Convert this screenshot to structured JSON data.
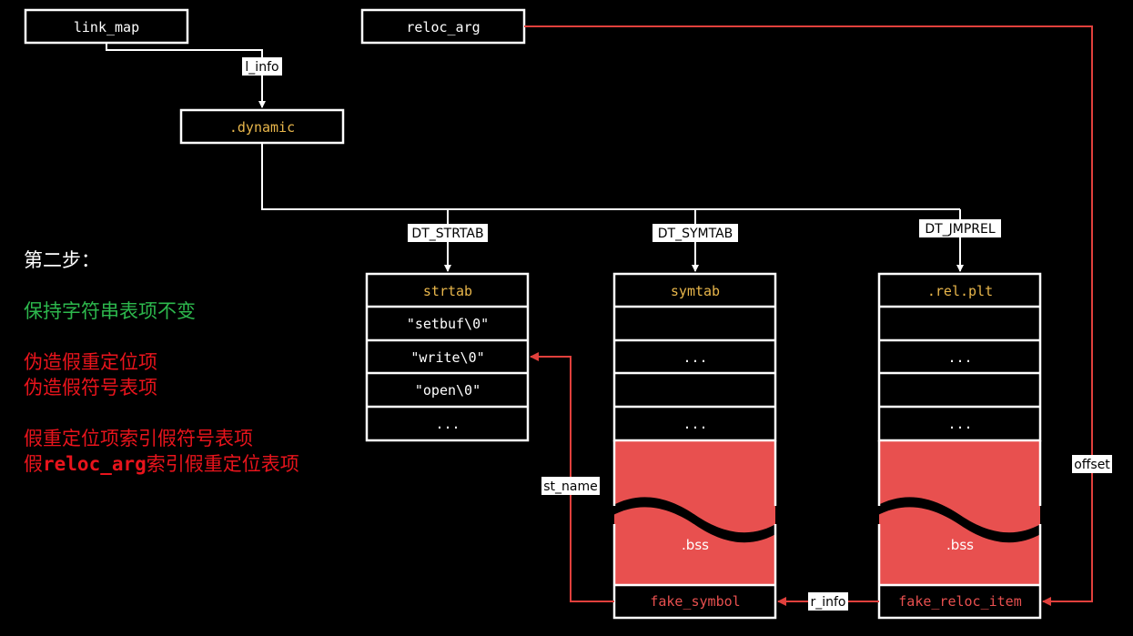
{
  "colors": {
    "background": "#000000",
    "line": "#ffffff",
    "accent_text": "#e8b64b",
    "fake_fill": "#e8504f",
    "fake_text": "#e8504f",
    "fake_arrow": "#e0403c",
    "label_bg": "#ffffff",
    "label_text": "#000000",
    "note_green": "#2db84d",
    "note_red": "#e8141c"
  },
  "nodes": {
    "link_map": "link_map",
    "reloc_arg": "reloc_arg",
    "dynamic": ".dynamic"
  },
  "edge_labels": {
    "l_info": "l_info",
    "dt_strtab": "DT_STRTAB",
    "dt_symtab": "DT_SYMTAB",
    "dt_jmprel": "DT_JMPREL",
    "st_name": "st_name",
    "r_info": "r_info",
    "offset": "offset"
  },
  "tables": {
    "strtab": {
      "header": "strtab",
      "rows": [
        "\"setbuf\\0\"",
        "\"write\\0\"",
        "\"open\\0\"",
        "..."
      ]
    },
    "symtab": {
      "header": "symtab",
      "rows": [
        "",
        "...",
        "",
        "..."
      ],
      "bss": ".bss",
      "fake": "fake_symbol"
    },
    "relplt": {
      "header": ".rel.plt",
      "rows": [
        "",
        "...",
        "",
        "..."
      ],
      "bss": ".bss",
      "fake": "fake_reloc_item"
    }
  },
  "notes": {
    "title": "第二步：",
    "green_line": "保持字符串表项不变",
    "red_lines": [
      "伪造假重定位项",
      "伪造假符号表项"
    ],
    "red_lines_2": [
      "假重定位项索引假符号表项"
    ],
    "last_prefix": "假",
    "last_code": "reloc_arg",
    "last_suffix": "索引假重定位表项"
  }
}
